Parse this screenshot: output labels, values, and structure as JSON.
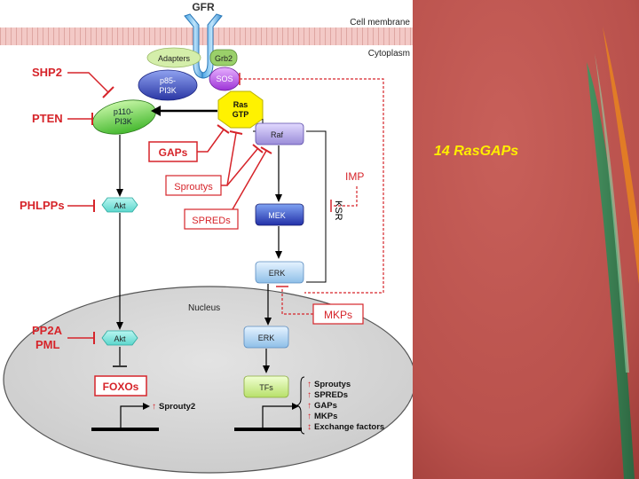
{
  "diagram": {
    "gfr_label": "GFR",
    "cell_membrane_label": "Cell membrane",
    "cytoplasm_label": "Cytoplasm",
    "nucleus_label": "Nucleus",
    "adapters_label": "Adapters",
    "grb2_label": "Grb2",
    "sos_label": "SOS",
    "p85_label_line1": "p85-",
    "p85_label_line2": "PI3K",
    "p110_label_line1": "p110-",
    "p110_label_line2": "PI3K",
    "ras_label_line1": "Ras",
    "ras_label_line2": "GTP",
    "raf_label": "Raf",
    "mek_label": "MEK",
    "erk_label": "ERK",
    "erk_nuclear_label": "ERK",
    "akt_label": "Akt",
    "akt_nuclear_label": "Akt",
    "tfs_label": "TFs",
    "ksr_label": "KSR",
    "shp2_label": "SHP2",
    "pten_label": "PTEN",
    "phlpps_label": "PHLPPs",
    "pp2a_label": "PP2A",
    "pml_label": "PML",
    "gaps_label": "GAPs",
    "sproutys_label": "Sproutys",
    "spreds_label": "SPREDs",
    "imp_label": "IMP",
    "mkps_label": "MKPs",
    "foxos_label": "FOXOs",
    "sprouty2_label": "Sprouty2",
    "targets": [
      "Sproutys",
      "SPREDs",
      "GAPs",
      "MKPs",
      "Exchange factors"
    ]
  },
  "slide": {
    "caption": "14 RasGAPs",
    "background_color": "#c0544f",
    "stripe_color": "#2f8f5a",
    "accent_color": "#e8841f"
  }
}
